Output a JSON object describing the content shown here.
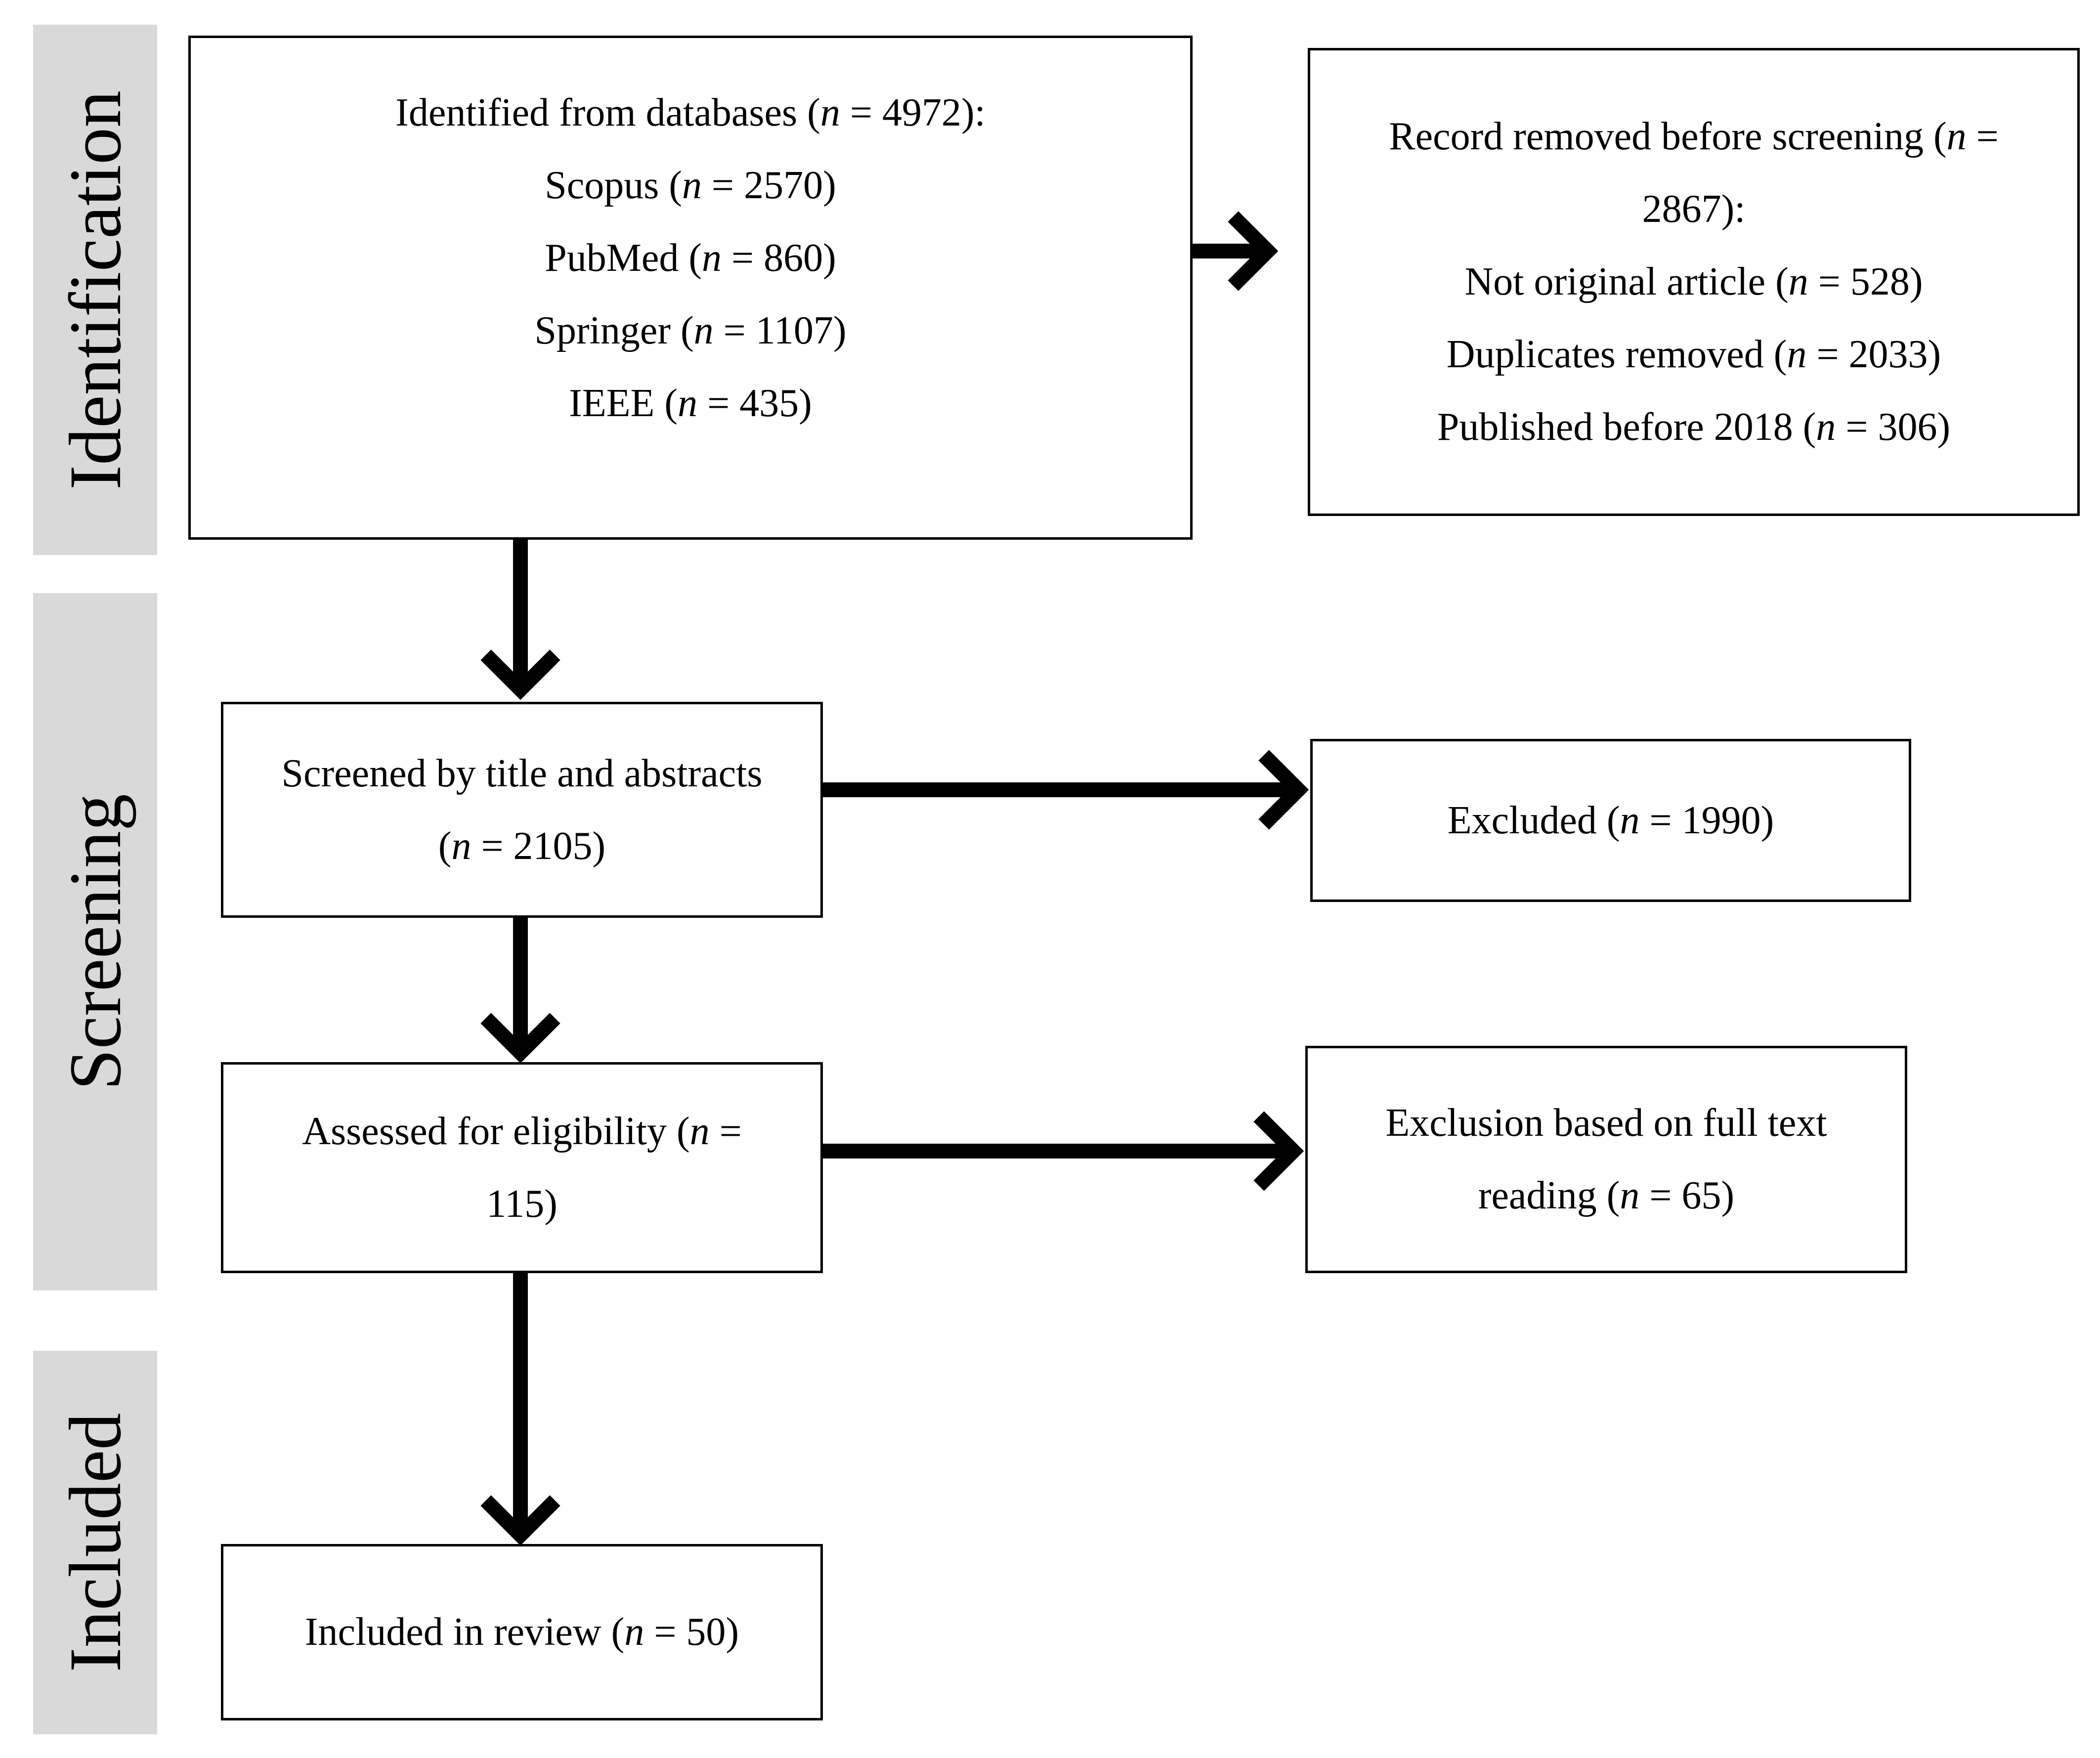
{
  "phases": {
    "identification": "Identification",
    "screening": "Screening",
    "included": "Included"
  },
  "boxes": {
    "identified": {
      "lines": [
        [
          "Identified from databases (",
          "n",
          " = 4972):"
        ],
        [
          "Scopus (",
          "n",
          " = 2570)"
        ],
        [
          "PubMed (",
          "n",
          " = 860)"
        ],
        [
          "Springer (",
          "n",
          " = 1107)"
        ],
        [
          "IEEE (",
          "n",
          " = 435)"
        ]
      ]
    },
    "removed": {
      "lines": [
        [
          "Record removed before screening (",
          "n",
          " ="
        ],
        [
          "2867):",
          "",
          ""
        ],
        [
          "Not original article (",
          "n",
          " = 528)"
        ],
        [
          "Duplicates removed (",
          "n",
          " = 2033)"
        ],
        [
          "Published before 2018 (",
          "n",
          " = 306)"
        ]
      ]
    },
    "screened": {
      "lines": [
        [
          "Screened by title and abstracts",
          "",
          ""
        ],
        [
          "(",
          "n",
          " = 2105)"
        ]
      ]
    },
    "excluded": {
      "lines": [
        [
          "Excluded (",
          "n",
          " = 1990)"
        ]
      ]
    },
    "assessed": {
      "lines": [
        [
          "Assessed for eligibility (",
          "n",
          " ="
        ],
        [
          "115)",
          "",
          ""
        ]
      ]
    },
    "fulltext": {
      "lines": [
        [
          "Exclusion based on full text",
          "",
          ""
        ],
        [
          "reading (",
          "n",
          " = 65)"
        ]
      ]
    },
    "included": {
      "lines": [
        [
          "Included in review (",
          "n",
          " = 50)"
        ]
      ]
    }
  },
  "colors": {
    "phase_bar": "#d9d9d9",
    "stroke": "#000000",
    "background": "#ffffff"
  }
}
